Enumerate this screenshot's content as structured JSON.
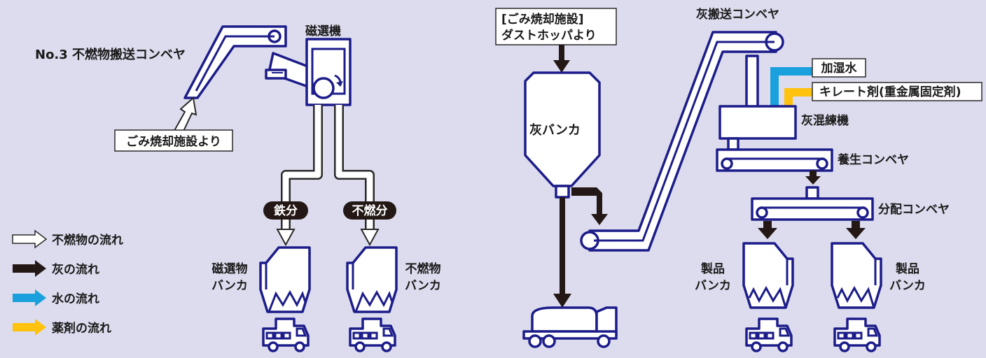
{
  "colors": {
    "background": "#dcdcee",
    "equipment_outline": "#1c1c8a",
    "ash_flow": "#231815",
    "water_flow": "#1aa0dc",
    "chemical_flow": "#ffc20e",
    "noncombustible_flow": "#ffffff"
  },
  "left": {
    "conveyor_label": "No.3 不燃物搬送コンベヤ",
    "source_box": "ごみ焼却施設より",
    "separator_label": "磁選機",
    "tag_iron": "鉄分",
    "tag_noncombustible": "不燃分",
    "hopper1_line1": "磁選物",
    "hopper1_line2": "バンカ",
    "hopper2_line1": "不燃物",
    "hopper2_line2": "バンカ"
  },
  "legend": {
    "items": [
      {
        "label": "不燃物の流れ",
        "icon": "white-arrow-icon"
      },
      {
        "label": "灰の流れ",
        "icon": "black-arrow-icon"
      },
      {
        "label": "水の流れ",
        "icon": "blue-arrow-icon"
      },
      {
        "label": "薬剤の流れ",
        "icon": "yellow-arrow-icon"
      }
    ]
  },
  "right": {
    "source_line1": "[ごみ焼却施設]",
    "source_line2": "ダストホッパより",
    "ash_bunker": "灰バンカ",
    "ash_conveyor": "灰搬送コンベヤ",
    "water_box": "加湿水",
    "chelate_box": "キレート剤(重金属固定剤)",
    "mixer": "灰混練機",
    "curing_conveyor": "養生コンベヤ",
    "distribution_conveyor": "分配コンベヤ",
    "product1_line1": "製品",
    "product1_line2": "バンカ",
    "product2_line1": "製品",
    "product2_line2": "バンカ"
  }
}
